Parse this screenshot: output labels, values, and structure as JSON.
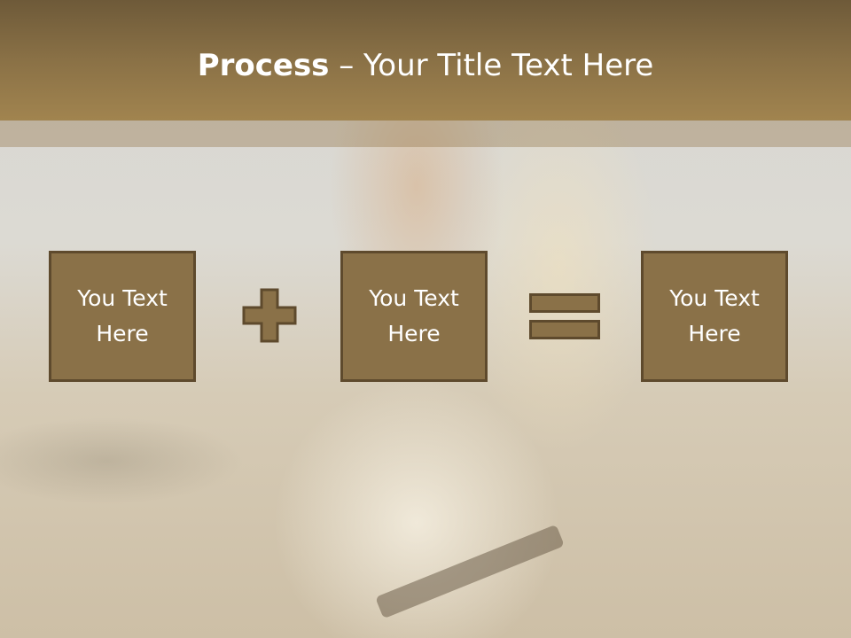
{
  "slide": {
    "title_bold": "Process",
    "title_rest": " – Your Title Text Here"
  },
  "boxes": [
    {
      "text": "You Text\nHere"
    },
    {
      "text": "You Text\nHere"
    },
    {
      "text": "You Text\nHere"
    }
  ],
  "operators": {
    "plus": "plus-icon",
    "equals": "equals-icon"
  },
  "colors": {
    "header": "#8a7146",
    "box_fill": "#8a7148",
    "box_border": "#5e4a2d",
    "text": "#ffffff"
  }
}
